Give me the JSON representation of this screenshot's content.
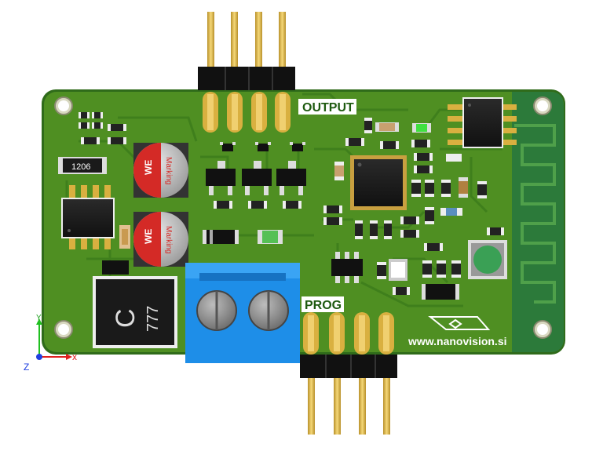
{
  "labels": {
    "output": "OUTPUT",
    "prog": "PROG",
    "website": "www.nanovision.si",
    "resistor_code": "1206",
    "cap1_marking": "Marking",
    "cap2_marking": "Marking",
    "cap_brand": "WE",
    "inductor_letter": "C",
    "inductor_value": "777"
  },
  "axes": {
    "x": "x",
    "y": "Y",
    "z": "Z"
  },
  "colors": {
    "pcb": "#4f8f22",
    "pcb_edge": "#2f6b1a",
    "copper_trace": "#3a7a1c",
    "antenna_zone": "#2c7a3a",
    "pad_gold": "#d9b040",
    "terminal_blue": "#1e8ee8",
    "cap_red": "#d42a26",
    "axis_x": "#e02020",
    "axis_y": "#20c020",
    "axis_z": "#2040e0"
  }
}
